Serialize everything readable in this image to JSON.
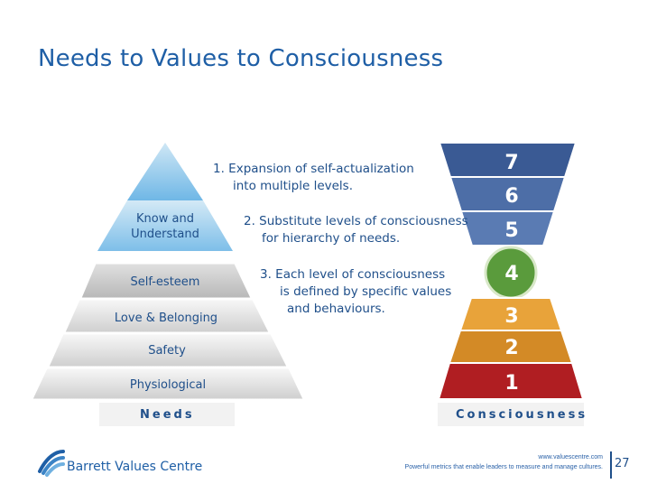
{
  "slide": {
    "title": "Needs to Values to Consciousness",
    "page_number": "27"
  },
  "pyramid": {
    "levels": [
      {
        "label": "Know and Understand"
      },
      {
        "label": "Self-esteem"
      },
      {
        "label": "Love & Belonging"
      },
      {
        "label": "Safety"
      },
      {
        "label": "Physiological"
      }
    ],
    "caption": "Needs"
  },
  "steps": [
    {
      "line1": "1. Expansion of self-actualization",
      "line2": "into multiple levels."
    },
    {
      "line1": "2. Substitute levels of consciousness",
      "line2": "for hierarchy of needs."
    },
    {
      "line1": "3. Each level of consciousness",
      "line2": "is defined by specific values",
      "line3": "and behaviours."
    }
  ],
  "hourglass": {
    "levels": [
      "7",
      "6",
      "5",
      "4",
      "3",
      "2",
      "1"
    ],
    "caption": "Consciousness",
    "colors": {
      "upper": "#3a5a94",
      "center": "#5a9b3c",
      "lower_light": "#e8a33a",
      "lower_mid": "#d38a26",
      "bottom": "#b01e22"
    }
  },
  "footer": {
    "logo_text": "Barrett Values Centre",
    "url": "www.valuescentre.com",
    "tagline": "Powerful metrics that enable leaders to measure and manage cultures."
  }
}
